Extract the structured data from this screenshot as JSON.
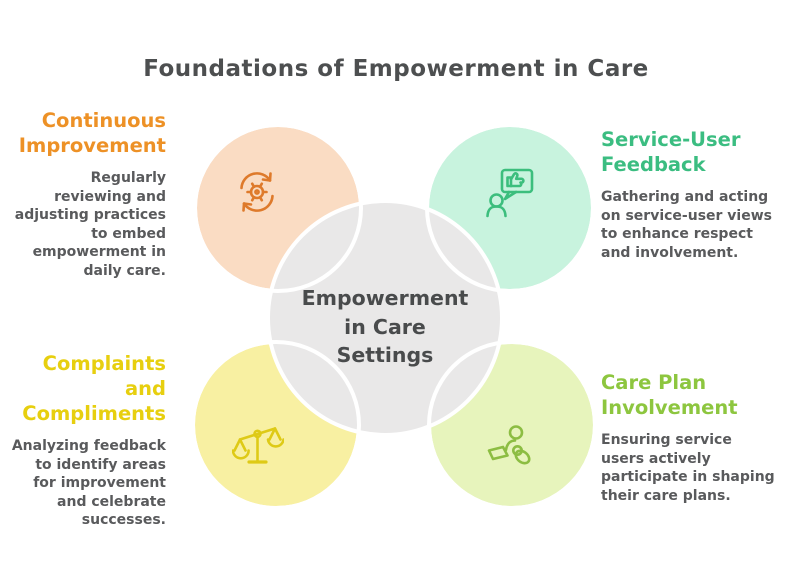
{
  "background_color": "#ffffff",
  "title": {
    "text": "Foundations of Empowerment in Care",
    "color": "#4d4f50"
  },
  "center": {
    "label": "Empowerment in Care Settings",
    "circle_color": "#e9e8e8",
    "text_color": "#494b4c",
    "stroke_color": "#ffffff"
  },
  "nodes": [
    {
      "id": "continuous-improvement",
      "heading": "Continuous Improvement",
      "body": "Regularly reviewing and adjusting practices to embed empowerment in daily care.",
      "heading_color": "#ed9126",
      "body_color": "#595a5c",
      "circle_color": "#fadcc3",
      "icon": "refresh-cycle-gear-icon",
      "icon_color": "#de7a2b",
      "position": "top-left"
    },
    {
      "id": "service-user-feedback",
      "heading": "Service-User Feedback",
      "body": "Gathering and acting on service-user views to enhance respect and involvement.",
      "heading_color": "#3bbd81",
      "body_color": "#595a5c",
      "circle_color": "#c8f3de",
      "icon": "person-feedback-bubble-icon",
      "icon_color": "#3cbe7d",
      "position": "top-right"
    },
    {
      "id": "complaints-and-compliments",
      "heading": "Complaints and Compliments",
      "body": "Analyzing feedback to identify areas for improvement and celebrate successes.",
      "heading_color": "#e7cf0f",
      "body_color": "#595a5c",
      "circle_color": "#f8f0a2",
      "icon": "balance-scale-icon",
      "icon_color": "#deca16",
      "position": "bottom-left"
    },
    {
      "id": "care-plan-involvement",
      "heading": "Care Plan Involvement",
      "body": "Ensuring service users actively participate in shaping their care plans.",
      "heading_color": "#8dc63f",
      "body_color": "#595a5c",
      "circle_color": "#e7f4bc",
      "icon": "person-laptop-care-icon",
      "icon_color": "#8cbd42",
      "position": "bottom-right"
    }
  ]
}
